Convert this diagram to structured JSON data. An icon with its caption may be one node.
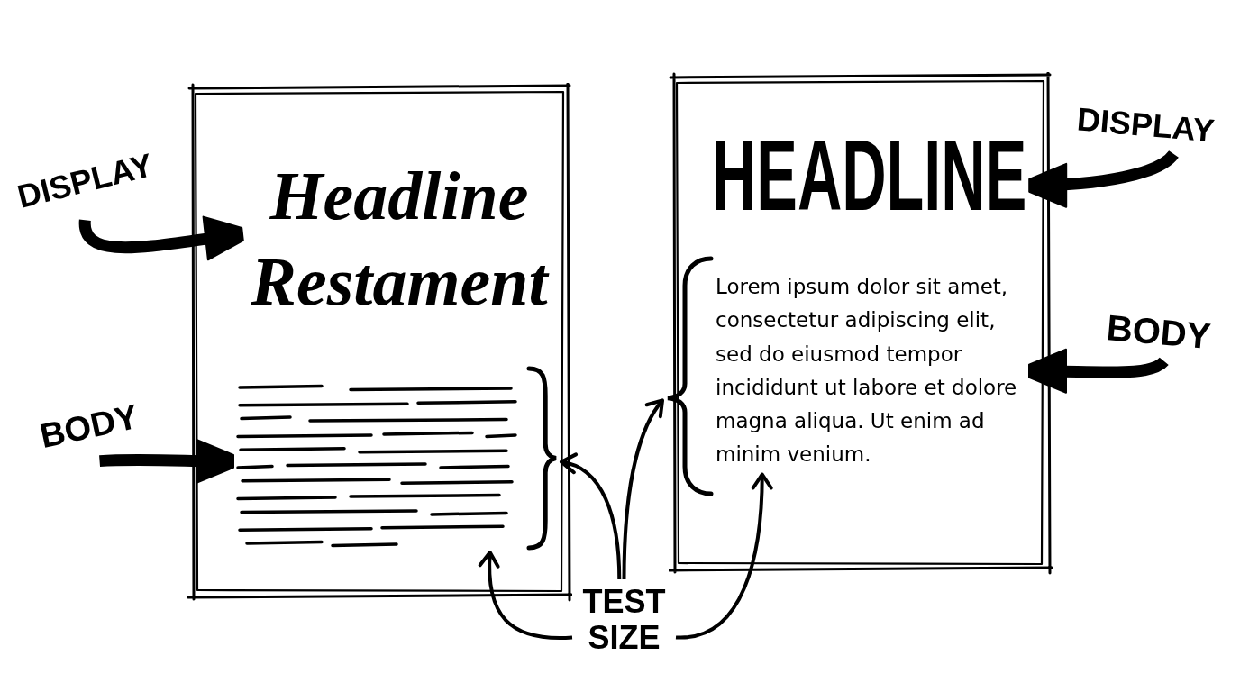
{
  "diagram": {
    "nodes": [
      {
        "text": [
          "DISPLAY"
        ]
      },
      {
        "text": [
          "BODY"
        ]
      },
      {
        "text": [],
        "shape": "box"
      },
      {
        "text": [
          "Headline Restament"
        ],
        "in": 2
      },
      {
        "text": [],
        "shape": "lines",
        "in": 2
      },
      {
        "text": [],
        "shape": "brace",
        "in": 2
      },
      {
        "text": [],
        "shape": "box"
      },
      {
        "text": [
          "HEADLINE"
        ],
        "in": 6
      },
      {
        "text": [],
        "shape": "brace"
      },
      {
        "text": [
          "Lorem ipsum dolor sit amet, consectetur adipiscing elit, sed do eiusmod tempor incididunt ut labore et dolore magna aliqua. Ut enim ad minim venium."
        ],
        "in": 6
      },
      {
        "text": [
          "DISPLAY"
        ]
      },
      {
        "text": [
          "BODY"
        ]
      },
      {
        "text": [
          "TEST SIZE"
        ]
      }
    ],
    "edges": [
      {
        "from": 0,
        "to": 3,
        "arrow": "to",
        "style": "thick"
      },
      {
        "from": 1,
        "to": 4,
        "arrow": "to",
        "style": "thick"
      },
      {
        "from": 10,
        "to": 7,
        "arrow": "to",
        "style": "thick"
      },
      {
        "from": 11,
        "to": 9,
        "arrow": "to",
        "style": "thick"
      },
      {
        "from": 12,
        "to": 4,
        "arrow": "to"
      },
      {
        "from": 12,
        "to": 5,
        "arrow": "to"
      },
      {
        "from": 12,
        "to": 8,
        "arrow": "to"
      },
      {
        "from": 12,
        "to": 9,
        "arrow": "to"
      }
    ]
  }
}
